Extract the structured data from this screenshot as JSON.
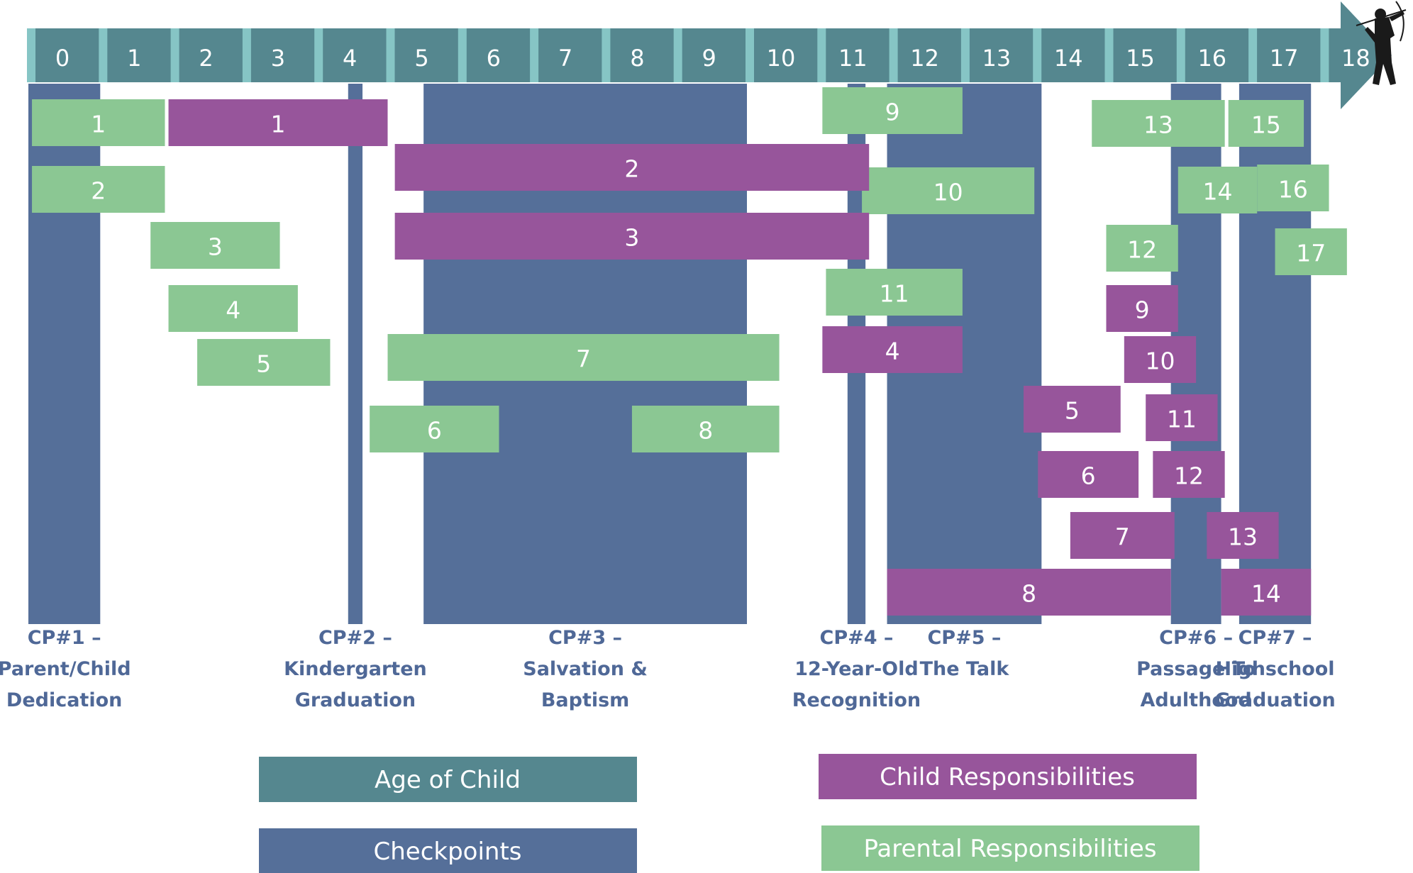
{
  "colors": {
    "age": "#55878f",
    "age_separator": "#86c5c5",
    "checkpoint": "#556f99",
    "child": "#97559b",
    "parent": "#8bc793",
    "checkpoint_text": "#4f6897",
    "archer": "#1a1a1a"
  },
  "icons": {
    "end_icon": "archer-silhouette-icon"
  },
  "age_axis": {
    "ticks": [
      "0",
      "1",
      "2",
      "3",
      "4",
      "5",
      "6",
      "7",
      "8",
      "9",
      "10",
      "11",
      "12",
      "13",
      "14",
      "15",
      "16",
      "17",
      "18"
    ]
  },
  "checkpoints": [
    {
      "start_age": 0.0,
      "end_age": 1.0,
      "lines": [
        "CP#1 –",
        "Parent/Child",
        "Dedication"
      ]
    },
    {
      "start_age": 4.45,
      "end_age": 4.65,
      "lines": [
        "CP#2 –",
        "Kindergarten",
        "Graduation"
      ]
    },
    {
      "start_age": 5.5,
      "end_age": 10.0,
      "lines": [
        "CP#3 –",
        "Salvation &",
        "Baptism"
      ]
    },
    {
      "start_age": 11.4,
      "end_age": 11.65,
      "lines": [
        "CP#4 –",
        "12-Year-Old",
        "Recognition"
      ]
    },
    {
      "start_age": 11.95,
      "end_age": 14.1,
      "lines": [
        "CP#5 –",
        "The Talk"
      ]
    },
    {
      "start_age": 15.9,
      "end_age": 16.6,
      "lines": [
        "CP#6 –",
        "Passage To",
        "Adulthood"
      ]
    },
    {
      "start_age": 16.85,
      "end_age": 17.85,
      "lines": [
        "CP#7 –",
        "Highschool",
        "Graduation"
      ]
    }
  ],
  "parental_responsibilities": [
    {
      "label": "1",
      "start_age": 0.05,
      "end_age": 1.9
    },
    {
      "label": "2",
      "start_age": 0.05,
      "end_age": 1.9
    },
    {
      "label": "3",
      "start_age": 1.7,
      "end_age": 3.5
    },
    {
      "label": "4",
      "start_age": 1.95,
      "end_age": 3.75
    },
    {
      "label": "5",
      "start_age": 2.35,
      "end_age": 4.2
    },
    {
      "label": "6",
      "start_age": 4.75,
      "end_age": 6.55
    },
    {
      "label": "7",
      "start_age": 5.0,
      "end_age": 10.45
    },
    {
      "label": "8",
      "start_age": 8.4,
      "end_age": 10.45
    },
    {
      "label": "9",
      "start_age": 11.05,
      "end_age": 13.0
    },
    {
      "label": "10",
      "start_age": 11.6,
      "end_age": 14.0
    },
    {
      "label": "11",
      "start_age": 11.1,
      "end_age": 13.0
    },
    {
      "label": "12",
      "start_age": 15.0,
      "end_age": 16.0
    },
    {
      "label": "13",
      "start_age": 14.8,
      "end_age": 16.65
    },
    {
      "label": "14",
      "start_age": 16.0,
      "end_age": 17.1
    },
    {
      "label": "15",
      "start_age": 16.7,
      "end_age": 17.75
    },
    {
      "label": "16",
      "start_age": 17.1,
      "end_age": 18.1
    },
    {
      "label": "17",
      "start_age": 17.35,
      "end_age": 18.35
    }
  ],
  "child_responsibilities": [
    {
      "label": "1",
      "start_age": 1.95,
      "end_age": 5.0
    },
    {
      "label": "2",
      "start_age": 5.1,
      "end_age": 11.7
    },
    {
      "label": "3",
      "start_age": 5.1,
      "end_age": 11.7
    },
    {
      "label": "4",
      "start_age": 11.05,
      "end_age": 13.0
    },
    {
      "label": "5",
      "start_age": 13.85,
      "end_age": 15.2
    },
    {
      "label": "6",
      "start_age": 14.05,
      "end_age": 15.45
    },
    {
      "label": "7",
      "start_age": 14.5,
      "end_age": 15.95
    },
    {
      "label": "8",
      "start_age": 11.95,
      "end_age": 15.9
    },
    {
      "label": "9",
      "start_age": 15.0,
      "end_age": 16.0
    },
    {
      "label": "10",
      "start_age": 15.25,
      "end_age": 16.25
    },
    {
      "label": "11",
      "start_age": 15.55,
      "end_age": 16.55
    },
    {
      "label": "12",
      "start_age": 15.65,
      "end_age": 16.65
    },
    {
      "label": "13",
      "start_age": 16.4,
      "end_age": 17.4
    },
    {
      "label": "14",
      "start_age": 16.6,
      "end_age": 17.85
    }
  ],
  "legend": {
    "age": "Age of Child",
    "checkpoints": "Checkpoints",
    "child": "Child Responsibilities",
    "parent": "Parental Responsibilities"
  }
}
